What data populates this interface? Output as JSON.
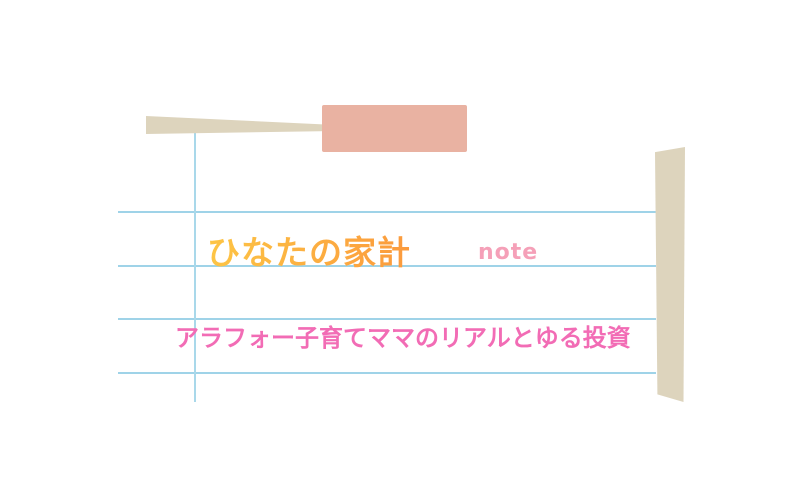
{
  "header": {
    "title": "ひなたの家計",
    "title_suffix": "note",
    "subtitle": "アラフォー子育てママのリアルとゆる投資"
  },
  "colors": {
    "rule_line": "#9fd3e8",
    "tape_pink": "#e9b2a2",
    "tape_beige": "#ddd4bd",
    "title_start": "#fdc545",
    "title_end": "#fb9a3d",
    "subtitle": "#f26cb5"
  }
}
